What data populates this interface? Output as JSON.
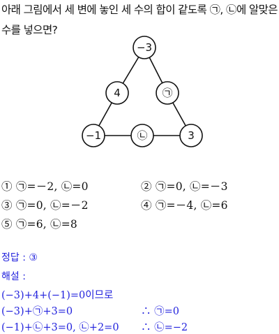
{
  "question": {
    "line1": "아래 그림에서 세 변에 놓인 세 수의 합이 같도록 ㉠, ㉡에 알맞은",
    "line2": "수를 넣으면?"
  },
  "diagram": {
    "nodes": {
      "top": "−3",
      "mid_left": "4",
      "mid_right": "㉠",
      "bottom_left": "−1",
      "bottom_mid": "㉡",
      "bottom_right": "3"
    }
  },
  "choices": [
    "① ㉠=－2, ㉡=0",
    "② ㉠=0, ㉡=－3",
    "③ ㉠=0, ㉡=－2",
    "④ ㉠=－4, ㉡=6",
    "⑤ ㉠=6, ㉡=8"
  ],
  "answer": {
    "label": "정답 : ③",
    "explanation_label": "해설 :",
    "lines": [
      "(−3)+4+(−1)=0이므로",
      "(−3)+㉠+3=0",
      "(−1)+㉡+3=0, ㉡+2=0"
    ],
    "conclusions": [
      "∴ ㉠=0",
      "∴ ㉡=−2"
    ]
  },
  "colors": {
    "text": "#111111",
    "answer": "#2222dd"
  }
}
